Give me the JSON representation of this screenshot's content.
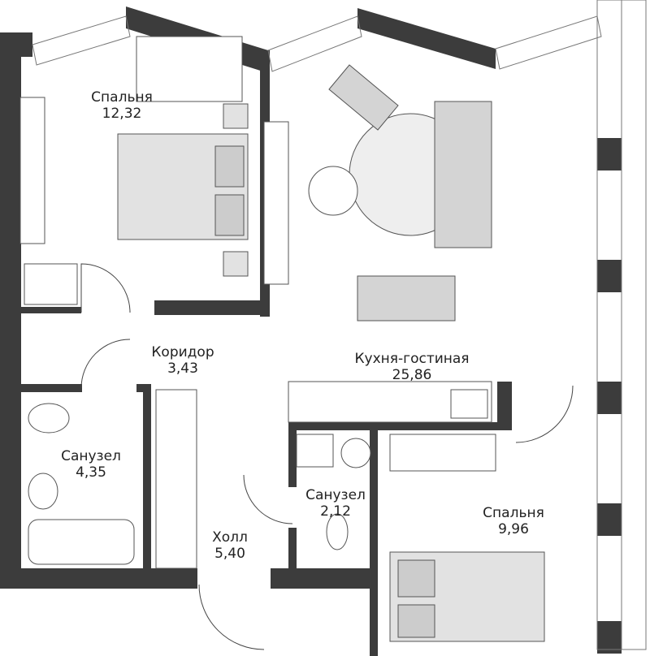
{
  "rooms": [
    {
      "name": "Спальня",
      "area": "12,32"
    },
    {
      "name": "Коридор",
      "area": "3,43"
    },
    {
      "name": "Кухня-гостиная",
      "area": "25,86"
    },
    {
      "name": "Санузел",
      "area": "4,35"
    },
    {
      "name": "Санузел",
      "area": "2,12"
    },
    {
      "name": "Холл",
      "area": "5,40"
    },
    {
      "name": "Спальня",
      "area": "9,96"
    }
  ],
  "colors": {
    "wall": "#3c3c3c",
    "furniture": "#d9d9d9",
    "floor": "#ffffff",
    "outline": "#555555"
  }
}
